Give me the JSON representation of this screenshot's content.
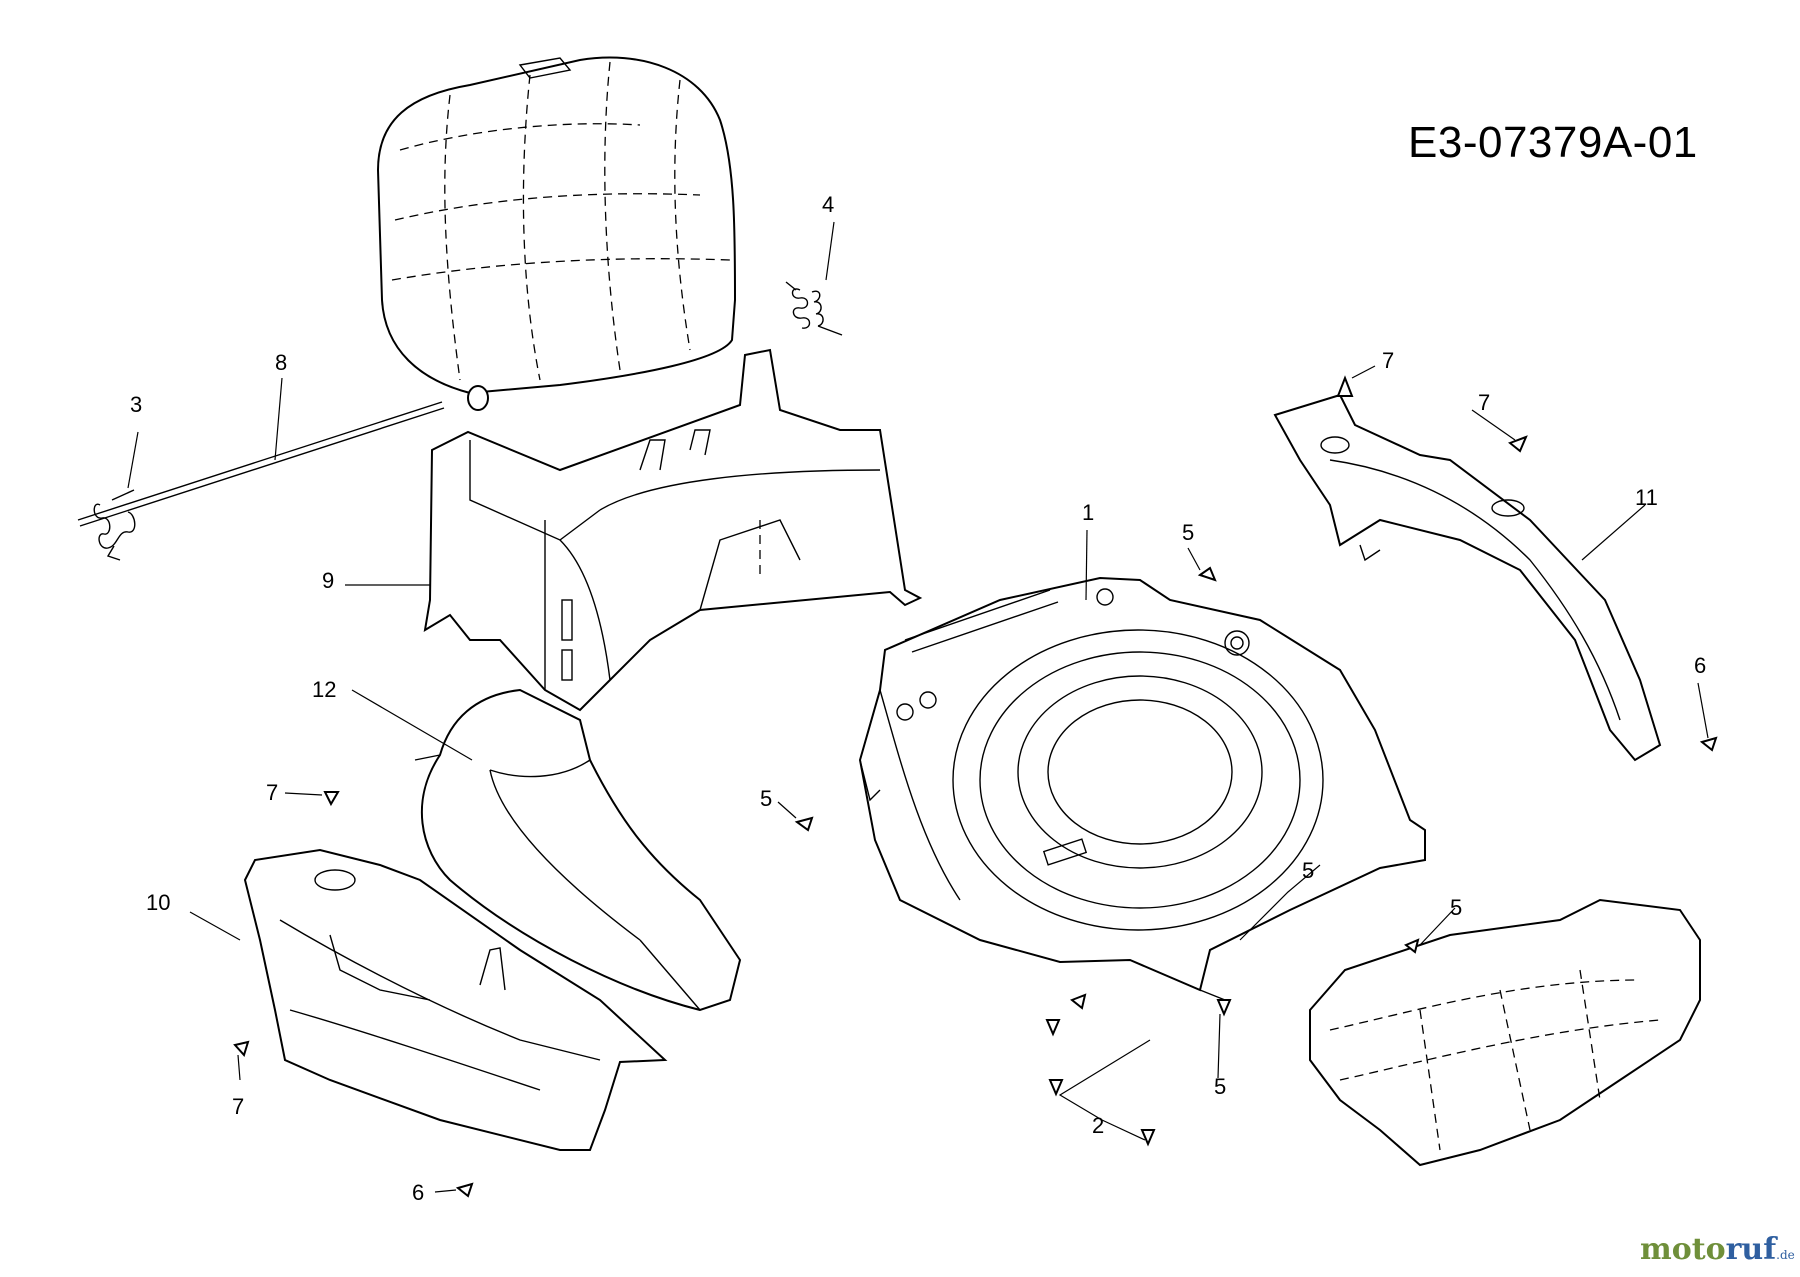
{
  "diagram": {
    "code": "E3-07379A-01",
    "callouts": [
      "1",
      "2",
      "3",
      "4",
      "5",
      "6",
      "7",
      "8",
      "9",
      "10",
      "11",
      "12"
    ],
    "watermark": {
      "part1": "moto",
      "part2": "ruf",
      "suffix": ".de"
    }
  }
}
